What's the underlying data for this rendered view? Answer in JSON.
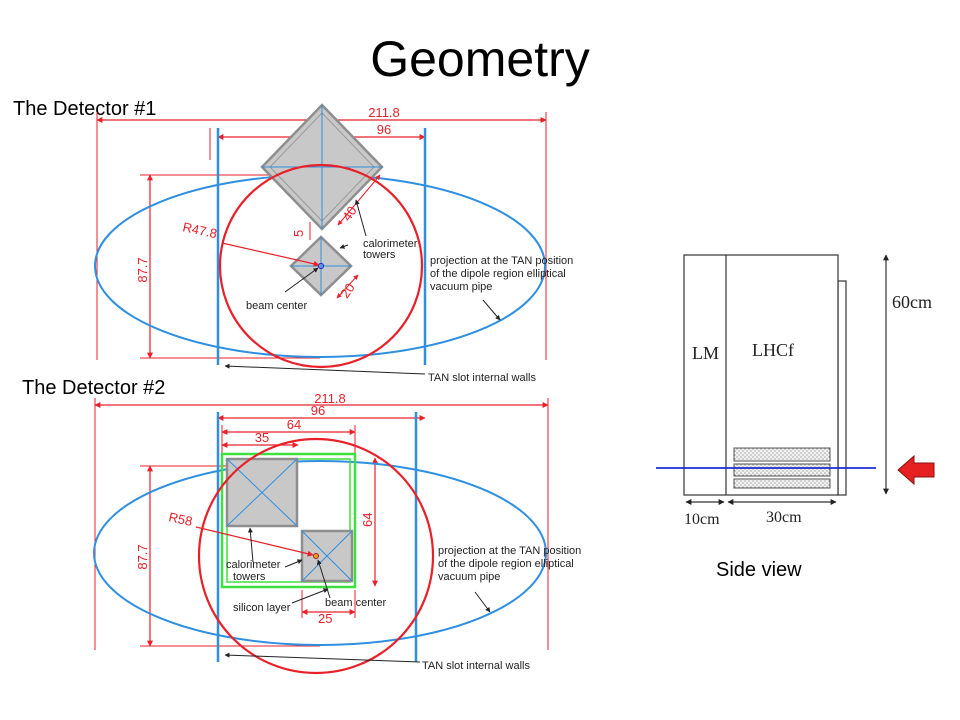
{
  "slide": {
    "title": "Geometry",
    "detector1_label": "The Detector #1",
    "detector2_label": "The Detector #2",
    "side_view_label": "Side view"
  },
  "detector1": {
    "dim_width_outer": "211.8",
    "dim_width_inner": "96",
    "dim_height": "87.7",
    "radius": "R47.8",
    "dim_small_gap": "5",
    "dim_large_tower": "40",
    "dim_small_tower": "20",
    "label_calorimeter_1": "calorimeter",
    "label_calorimeter_2": "towers",
    "label_beam_center": "beam center",
    "label_projection_1": "projection at the TAN position",
    "label_projection_2": "of the dipole region elliptical",
    "label_projection_3": "vacuum pipe",
    "label_tan_walls": "TAN slot internal walls"
  },
  "detector2": {
    "dim_width_outer": "211.8",
    "dim_width_inner": "96",
    "dim_64_top": "64",
    "dim_35": "35",
    "dim_64_side": "64",
    "dim_25": "25",
    "dim_height": "87.7",
    "radius": "R58",
    "label_calorimeter_1": "calorimeter",
    "label_calorimeter_2": "towers",
    "label_silicon": "silicon layer",
    "label_beam_center": "beam center",
    "label_projection_1": "projection at the TAN position",
    "label_projection_2": "of the dipole region elliptical",
    "label_projection_3": "vacuum pipe",
    "label_tan_walls": "TAN slot internal walls"
  },
  "side_view": {
    "label_lm": "LM",
    "label_lhcf": "LHCf",
    "dim_height": "60cm",
    "dim_lm_width": "10cm",
    "dim_lhcf_width": "30cm"
  },
  "colors": {
    "dimension_red": "#e8202a",
    "pipe_blue": "#2f8fe0",
    "tower_gray": "#c8c8c8",
    "silicon_green": "#3de03d",
    "beam_line_blue": "#1a2fd6",
    "arrow_red": "#e62020"
  }
}
